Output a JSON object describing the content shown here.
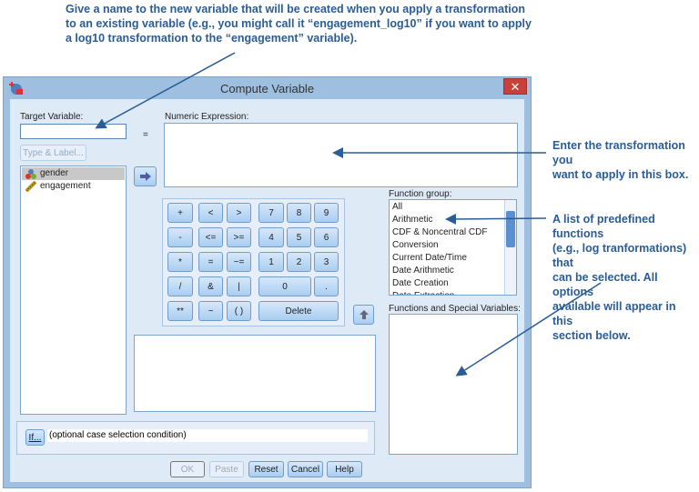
{
  "annotations": {
    "target": [
      "Give a name to the new variable that will be created when you apply a transformation",
      "to an existing variable (e.g., you might call it “engagement_log10” if you want to apply",
      "a log10 transformation to the “engagement” variable)."
    ],
    "expression": [
      "Enter the transformation you",
      "want to apply in this box."
    ],
    "functions": [
      "A list of predefined functions",
      "(e.g., log tranformations) that",
      "can be selected. All options",
      "available will appear in this",
      "section below."
    ],
    "color": "#2a5d96"
  },
  "window": {
    "title": "Compute Variable",
    "close": "✕"
  },
  "target_variable": {
    "label": "Target Variable:",
    "value": "",
    "type_label_button": "Type & Label..."
  },
  "equals": "=",
  "numeric_expression": {
    "label": "Numeric Expression:",
    "value": ""
  },
  "variables": [
    {
      "name": "gender",
      "icon": "nominal-icon",
      "selected": true
    },
    {
      "name": "engagement",
      "icon": "scale-ruler-icon",
      "selected": false
    }
  ],
  "keypad": [
    "+",
    "<",
    ">",
    "7",
    "8",
    "9",
    "-",
    "<=",
    ">=",
    "4",
    "5",
    "6",
    "*",
    "=",
    "~=",
    "1",
    "2",
    "3",
    "/",
    "&",
    "|",
    "0",
    ".",
    "**",
    "~",
    "( )",
    "Delete"
  ],
  "function_group": {
    "label": "Function group:",
    "items": [
      "All",
      "Arithmetic",
      "CDF & Noncentral CDF",
      "Conversion",
      "Current Date/Time",
      "Date Arithmetic",
      "Date Creation",
      "Date Extraction"
    ]
  },
  "functions_special": {
    "label": "Functions and Special Variables:"
  },
  "if_condition": {
    "button": "If...",
    "text": "(optional case selection condition)"
  },
  "buttons": {
    "ok": "OK",
    "paste": "Paste",
    "reset": "Reset",
    "cancel": "Cancel",
    "help": "Help"
  }
}
